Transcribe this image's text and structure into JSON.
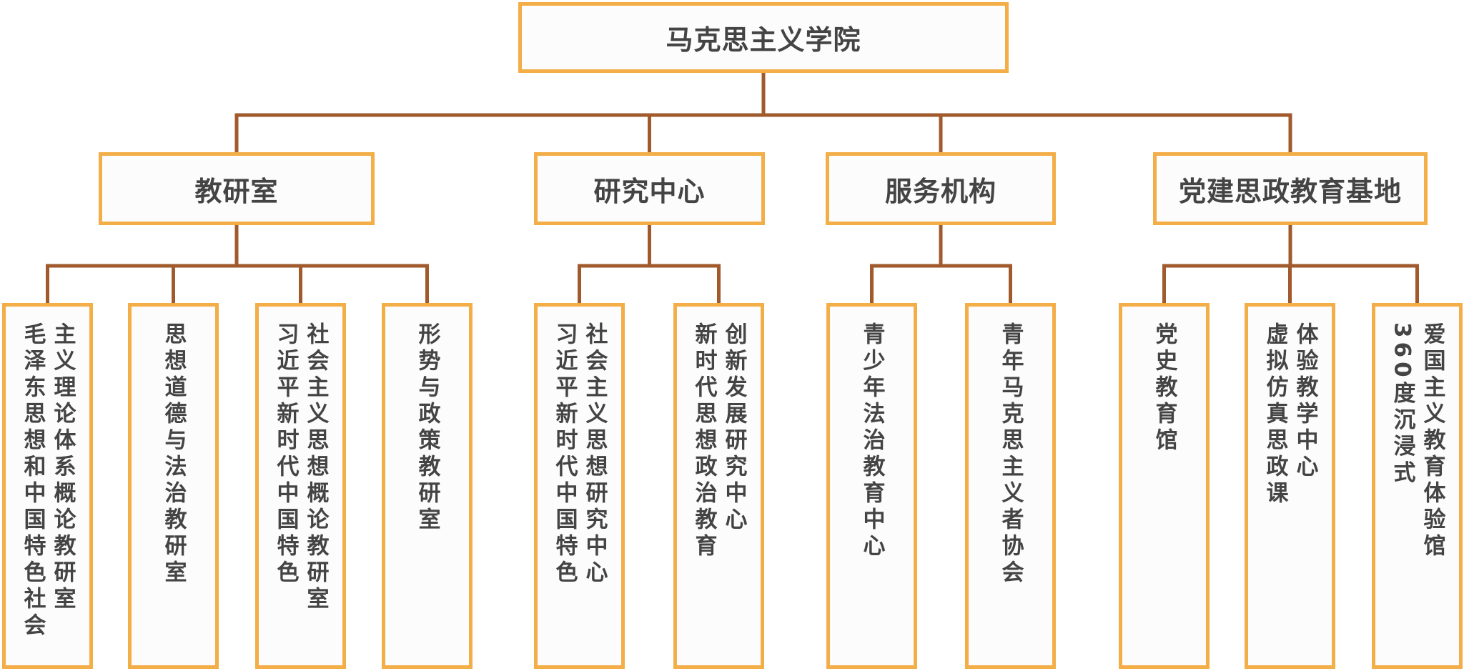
{
  "root": {
    "label": "马克思主义学院"
  },
  "colors": {
    "border": "#F3AE48",
    "connector": "#A05A2C",
    "text": "#444444",
    "fill": "#FCFCFC"
  },
  "groups": [
    {
      "label": "教研室",
      "children": [
        {
          "lines": [
            "毛泽东思想和中国特色社会",
            "主义理论体系概论教研室"
          ]
        },
        {
          "lines": [
            "思想道德与法治教研室"
          ]
        },
        {
          "lines": [
            "习近平新时代中国特色",
            "社会主义思想概论教研室"
          ]
        },
        {
          "lines": [
            "形势与政策教研室"
          ]
        }
      ]
    },
    {
      "label": "研究中心",
      "children": [
        {
          "lines": [
            "习近平新时代中国特色",
            "社会主义思想研究中心"
          ]
        },
        {
          "lines": [
            "新时代思想政治教育",
            "创新发展研究中心"
          ]
        }
      ]
    },
    {
      "label": "服务机构",
      "children": [
        {
          "lines": [
            "青少年法治教育中心"
          ]
        },
        {
          "lines": [
            "青年马克思主义者协会"
          ]
        }
      ]
    },
    {
      "label": "党建思政教育基地",
      "children": [
        {
          "lines": [
            "党史教育馆"
          ]
        },
        {
          "lines": [
            "虚拟仿真思政课",
            "体验教学中心"
          ]
        },
        {
          "lines": [
            "360度沉浸式",
            "爱国主义教育体验馆"
          ]
        }
      ]
    }
  ]
}
